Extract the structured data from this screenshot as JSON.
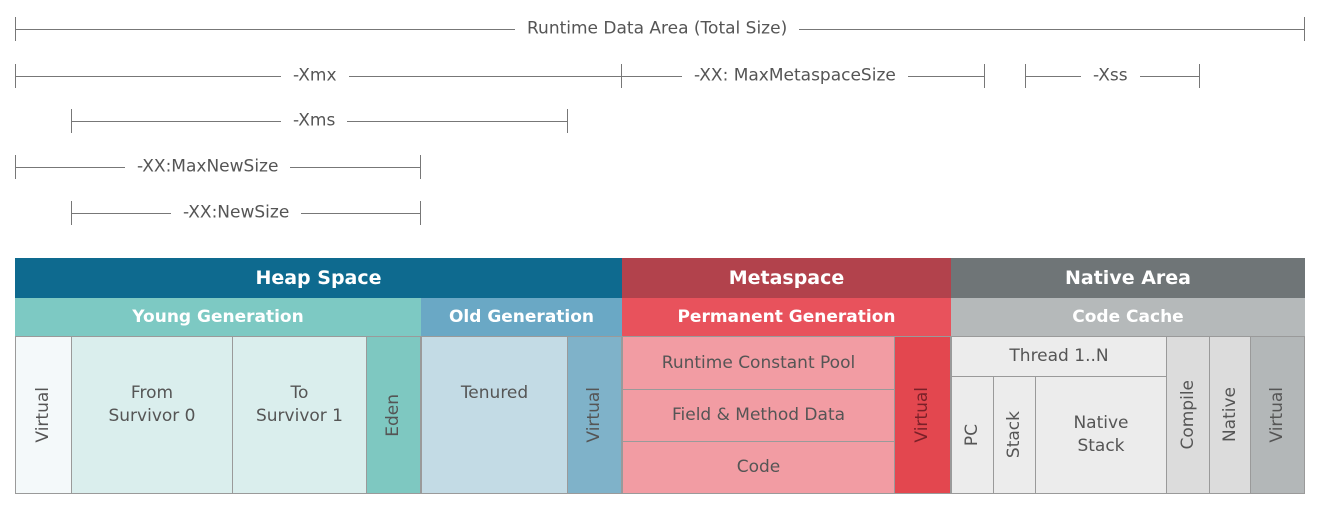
{
  "ranges": {
    "runtime": "Runtime Data Area (Total Size)",
    "xmx": "-Xmx",
    "metaspace_size": "-XX: MaxMetaspaceSize",
    "xss": "-Xss",
    "xms": "-Xms",
    "max_new_size": "-XX:MaxNewSize",
    "new_size": "-XX:NewSize"
  },
  "headers": {
    "heap": "Heap Space",
    "metaspace": "Metaspace",
    "native": "Native Area"
  },
  "subheaders": {
    "young": "Young Generation",
    "old": "Old Generation",
    "permanent": "Permanent Generation",
    "code_cache": "Code Cache"
  },
  "cells": {
    "virtual": "Virtual",
    "from_survivor": "From\nSurvivor 0",
    "to_survivor": "To\nSurvivor 1",
    "eden": "Eden",
    "tenured": "Tenured",
    "runtime_constant_pool": "Runtime Constant Pool",
    "field_method_data": "Field & Method Data",
    "code": "Code",
    "thread": "Thread 1..N",
    "pc": "PC",
    "stack": "Stack",
    "native_stack": "Native\nStack",
    "compile": "Compile",
    "native": "Native"
  },
  "colors": {
    "heap_header": "#0e6a8f",
    "young_header": "#7dc9c3",
    "old_header": "#6aa8c5",
    "metaspace_header": "#b2424c",
    "permanent_header": "#e8525c",
    "native_header": "#6f7577",
    "code_cache_header": "#b5b9ba",
    "light_virtual": "#f4f9fa",
    "young_body": "#daeeed",
    "eden": "#7ec8c1",
    "tenured": "#c3dbe5",
    "old_virtual": "#7fb2c9",
    "permanent_body": "#f29ca3",
    "meta_virtual": "#e3474f",
    "native_body": "#ececec",
    "compile_native": "#dcdcdc",
    "native_virtual": "#b3b7b8"
  }
}
